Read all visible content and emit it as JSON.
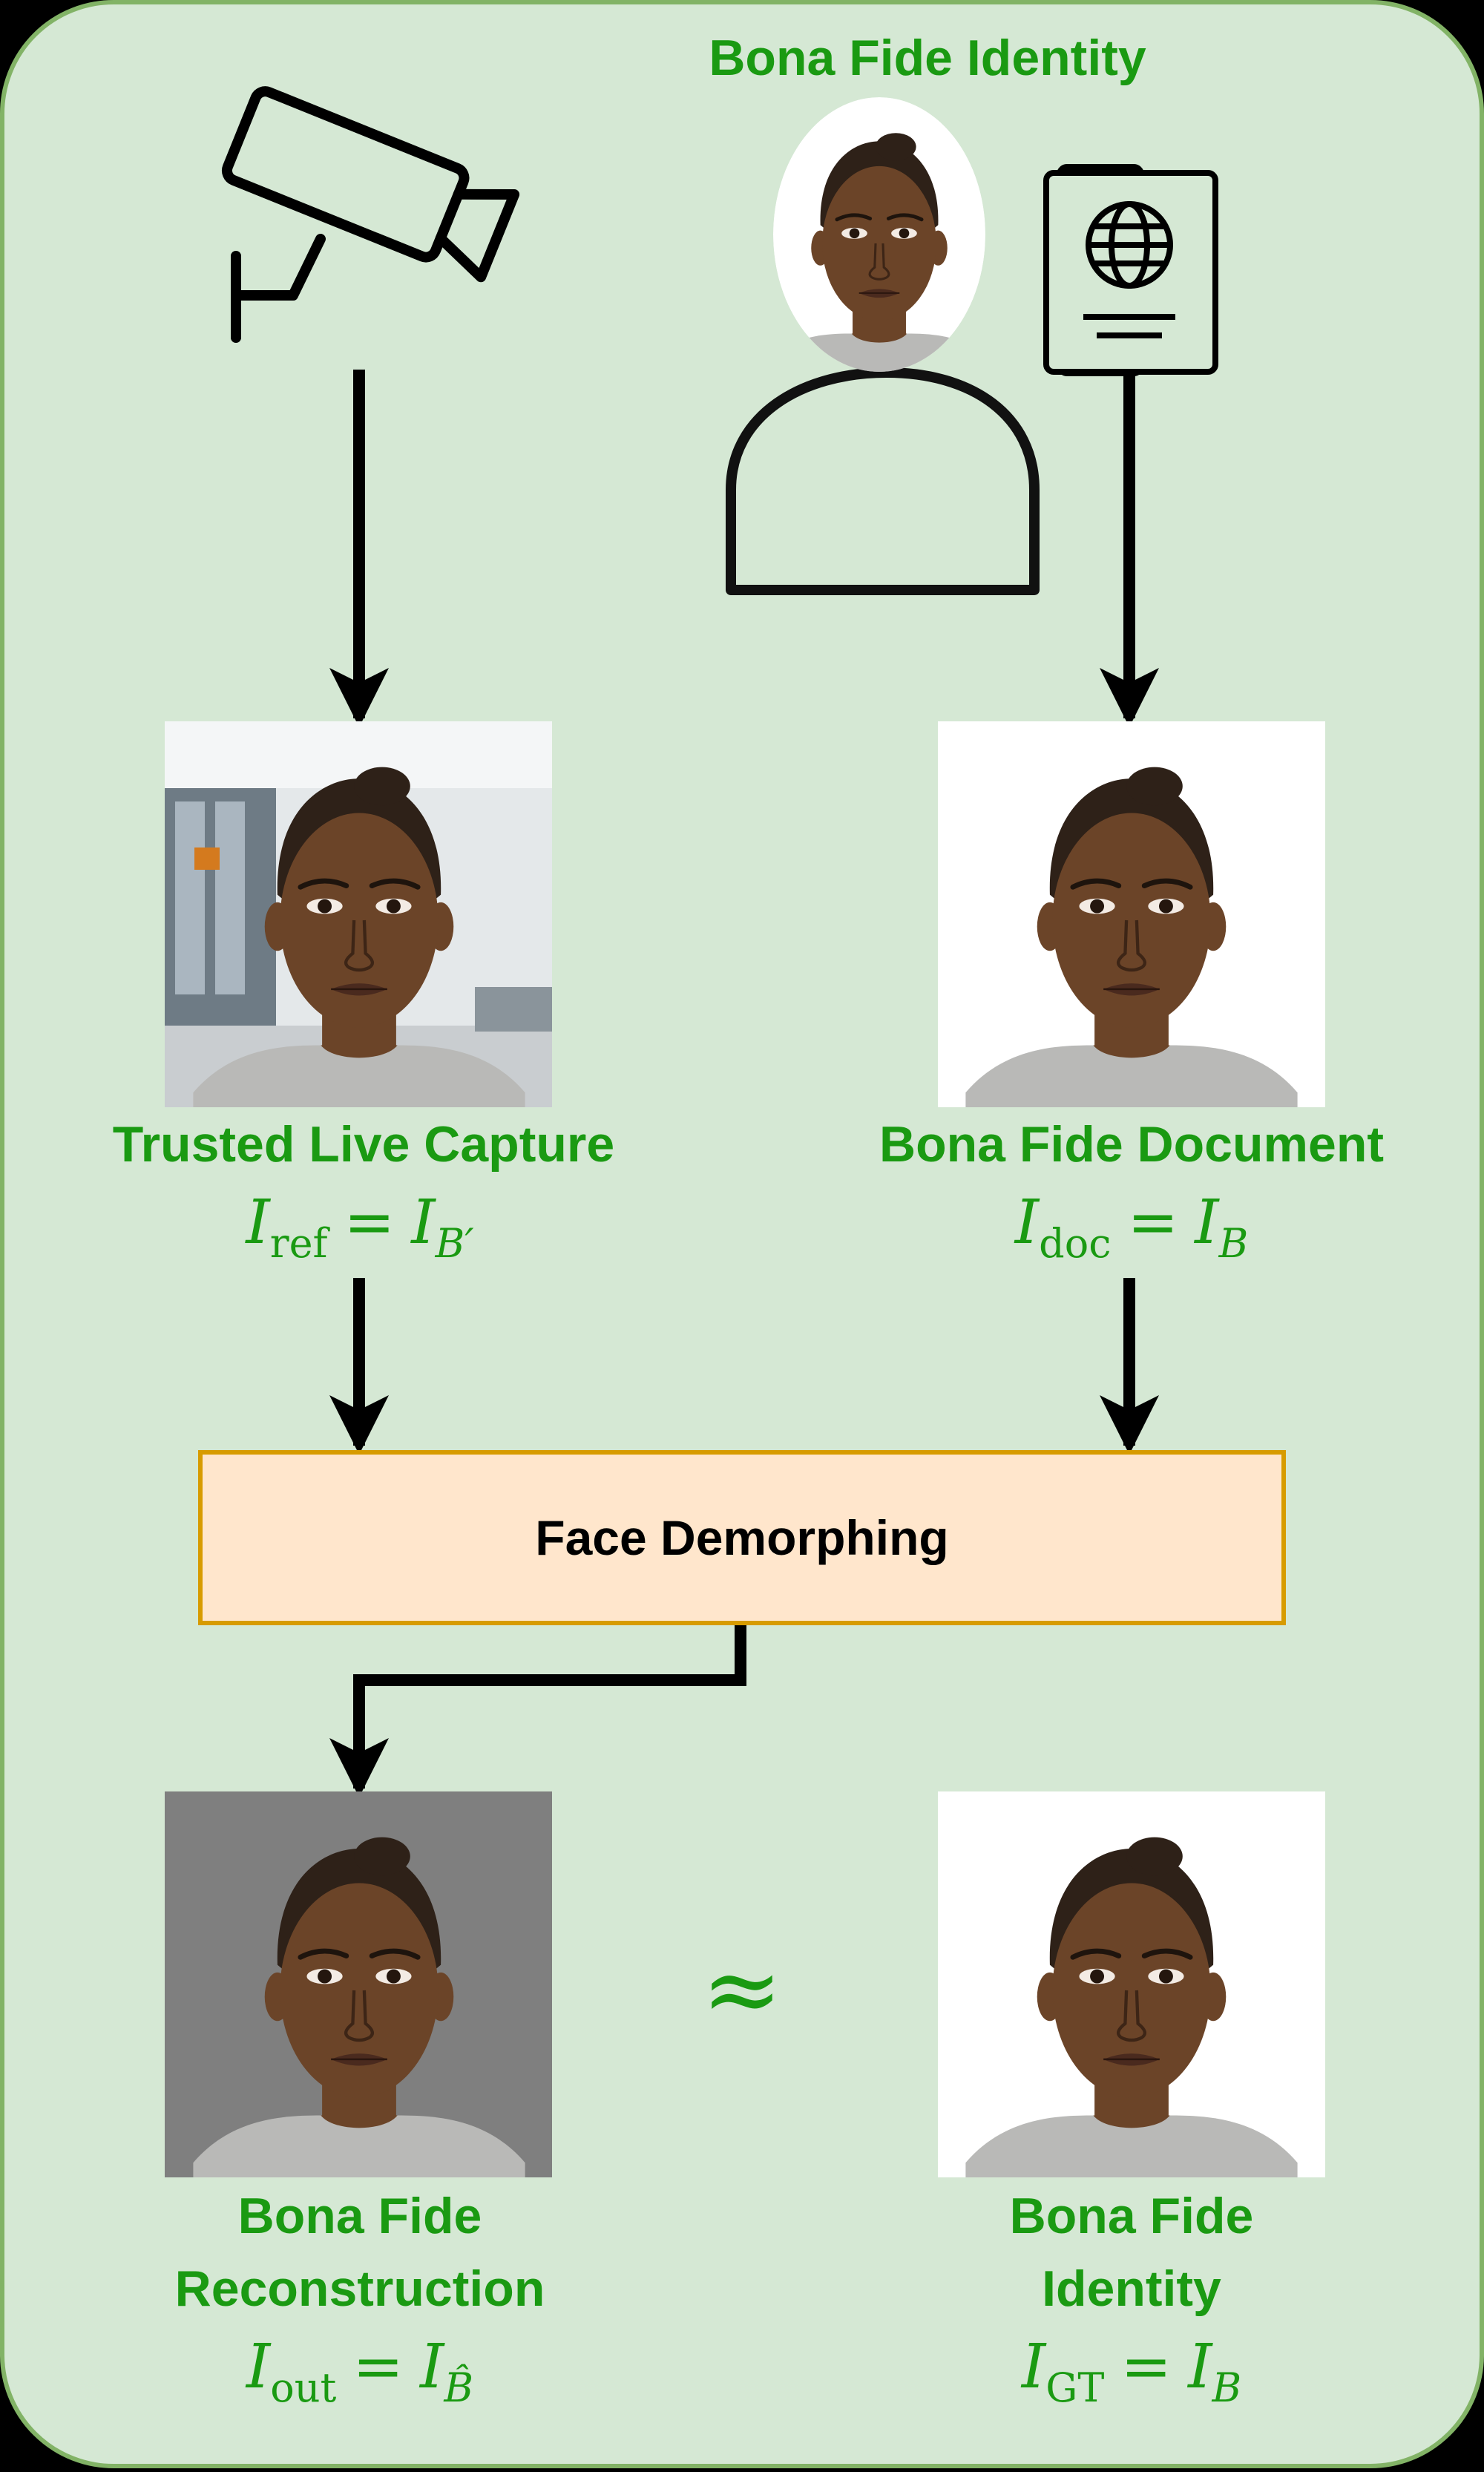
{
  "title": "Bona Fide Identity",
  "nodes": {
    "live_capture": {
      "label": "Trusted Live Capture",
      "formula": {
        "lhs": "I",
        "lhs_sub": "ref",
        "op": "=",
        "rhs": "I",
        "rhs_sub": "B′"
      }
    },
    "document": {
      "label": "Bona Fide Document",
      "formula": {
        "lhs": "I",
        "lhs_sub": "doc",
        "op": "=",
        "rhs": "I",
        "rhs_sub": "B"
      }
    },
    "process": {
      "label": "Face Demorphing"
    },
    "reconstruction": {
      "label_line1": "Bona Fide",
      "label_line2": "Reconstruction",
      "formula": {
        "lhs": "I",
        "lhs_sub": "out",
        "op": "=",
        "rhs": "I",
        "rhs_sub": "B̂"
      }
    },
    "identity": {
      "label_line1": "Bona Fide",
      "label_line2": "Identity",
      "formula": {
        "lhs": "I",
        "lhs_sub": "GT",
        "op": "=",
        "rhs": "I",
        "rhs_sub": "B"
      }
    }
  },
  "approx_symbol": "≈",
  "colors": {
    "panel_fill": "#d5e8d4",
    "panel_border": "#82b366",
    "label_green": "#1a9a12",
    "process_fill": "#ffe6cc",
    "process_border": "#d79b00",
    "capture_background": "#e4e8ea",
    "reconstruction_background": "#7f7f7f",
    "document_background": "#ffffff",
    "skin": "#6b4428",
    "hair": "#2e2118"
  }
}
